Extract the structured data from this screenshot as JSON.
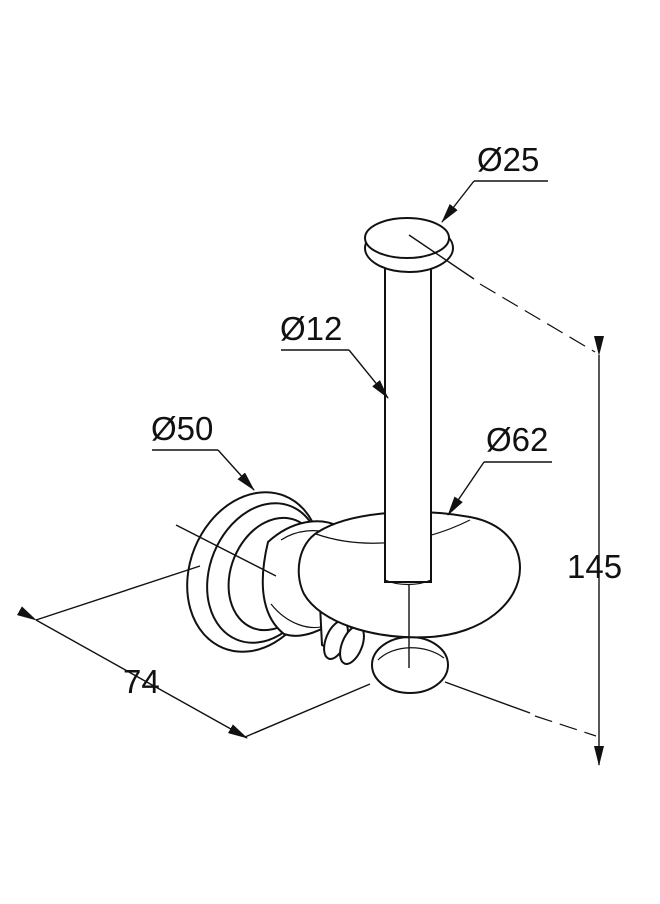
{
  "dimensions": {
    "top_cap_diameter": "Ø25",
    "rod_diameter": "Ø12",
    "rosette_diameter": "Ø50",
    "disc_diameter": "Ø62",
    "height": "145",
    "depth": "74"
  },
  "colors": {
    "line": "#111111",
    "background": "#ffffff"
  }
}
